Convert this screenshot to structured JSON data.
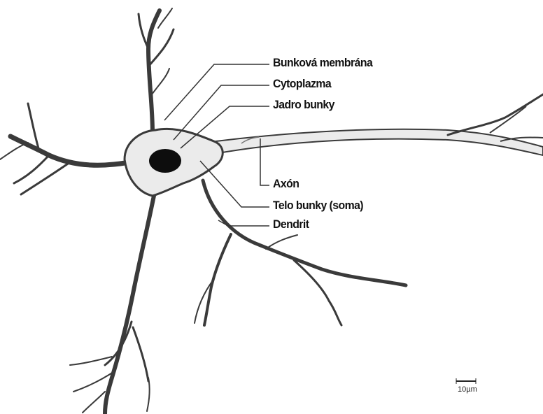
{
  "labels": {
    "membrane": "Bunková membrána",
    "cytoplasm": "Cytoplazma",
    "nucleus": "Jadro bunky",
    "axon": "Axón",
    "soma": "Telo bunky (soma)",
    "dendrite": "Dendrit"
  },
  "scale_bar": {
    "text": "10µm"
  },
  "colors": {
    "outline": "#3a3a3a",
    "cell_fill": "#ebebeb",
    "nucleus": "#0d0d0d",
    "leader": "#333333",
    "background": "#ffffff"
  }
}
